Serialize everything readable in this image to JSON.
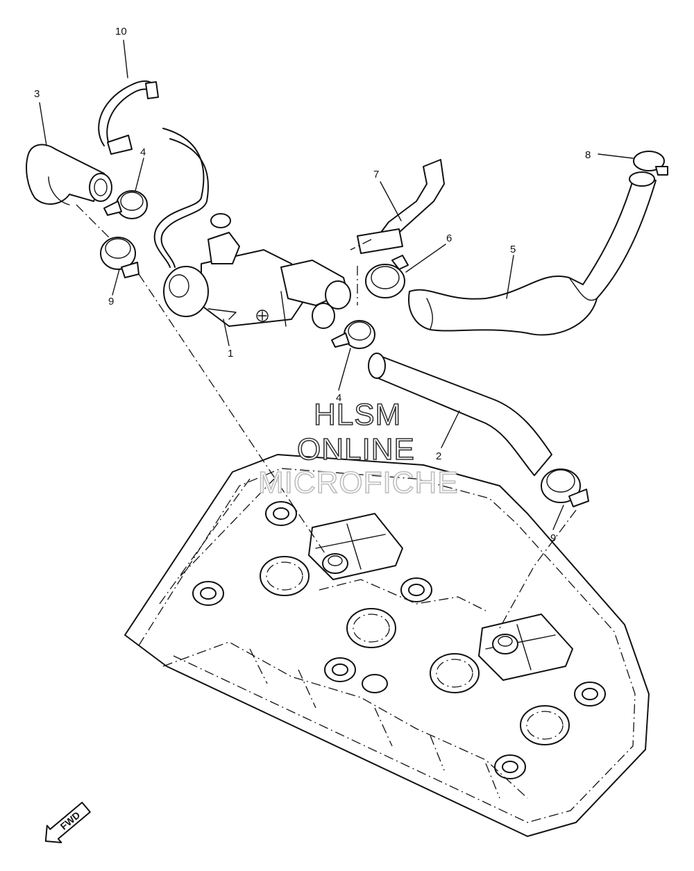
{
  "callouts": {
    "c1": "1",
    "c2": "2",
    "c3": "3",
    "c4a": "4",
    "c4b": "4",
    "c5": "5",
    "c6": "6",
    "c7": "7",
    "c8": "8",
    "c9a": "9",
    "c9b": "9",
    "c10": "10"
  },
  "watermark": {
    "line1": "HLSM",
    "line2": "ONLINE",
    "line3": "MICROFICHE"
  },
  "fwd_label": "FWD",
  "colors": {
    "ink": "#111111",
    "background": "#ffffff",
    "watermark_light": "#bdbdbd"
  }
}
